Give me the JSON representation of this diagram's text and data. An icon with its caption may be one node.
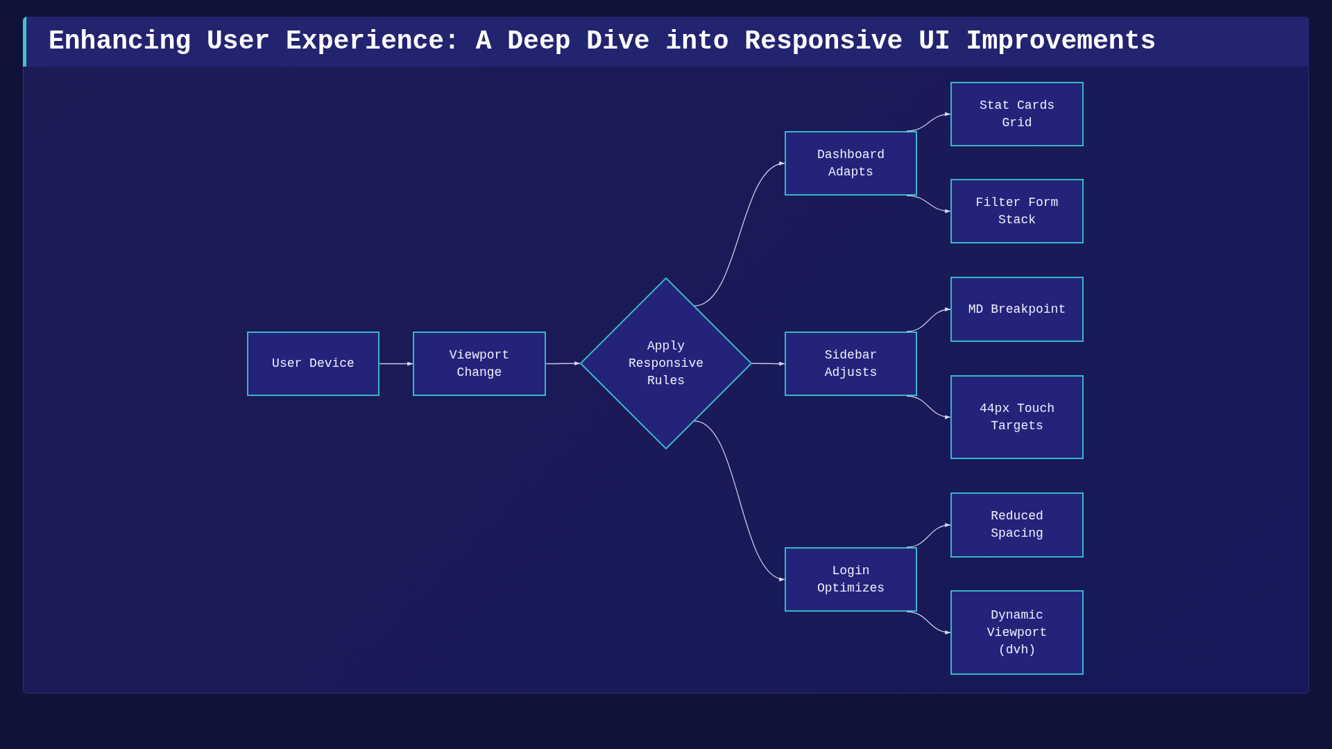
{
  "diagram": {
    "title": "Enhancing User Experience: A Deep Dive into Responsive UI Improvements",
    "nodes": [
      {
        "text": [
          "User Device"
        ]
      },
      {
        "text": [
          "Viewport Change"
        ]
      },
      {
        "text": [
          "Apply Responsive Rules"
        ]
      },
      {
        "text": [
          "Dashboard Adapts"
        ]
      },
      {
        "text": [
          "Sidebar Adjusts"
        ]
      },
      {
        "text": [
          "Login Optimizes"
        ]
      },
      {
        "text": [
          "Stat Cards Grid"
        ]
      },
      {
        "text": [
          "Filter Form Stack"
        ]
      },
      {
        "text": [
          "MD Breakpoint"
        ]
      },
      {
        "text": [
          "44px Touch Targets"
        ]
      },
      {
        "text": [
          "Reduced Spacing"
        ]
      },
      {
        "text": [
          "Dynamic Viewport (dvh)"
        ]
      }
    ],
    "edges": [
      {
        "from": 0,
        "to": 1,
        "arrow": "to"
      },
      {
        "from": 1,
        "to": 2,
        "arrow": "to"
      },
      {
        "from": 2,
        "to": 3,
        "arrow": "to"
      },
      {
        "from": 2,
        "to": 4,
        "arrow": "to"
      },
      {
        "from": 2,
        "to": 5,
        "arrow": "to"
      },
      {
        "from": 3,
        "to": 6,
        "arrow": "to"
      },
      {
        "from": 3,
        "to": 7,
        "arrow": "to"
      },
      {
        "from": 4,
        "to": 8,
        "arrow": "to"
      },
      {
        "from": 4,
        "to": 9,
        "arrow": "to"
      },
      {
        "from": 5,
        "to": 10,
        "arrow": "to"
      },
      {
        "from": 5,
        "to": 11,
        "arrow": "to"
      }
    ]
  }
}
